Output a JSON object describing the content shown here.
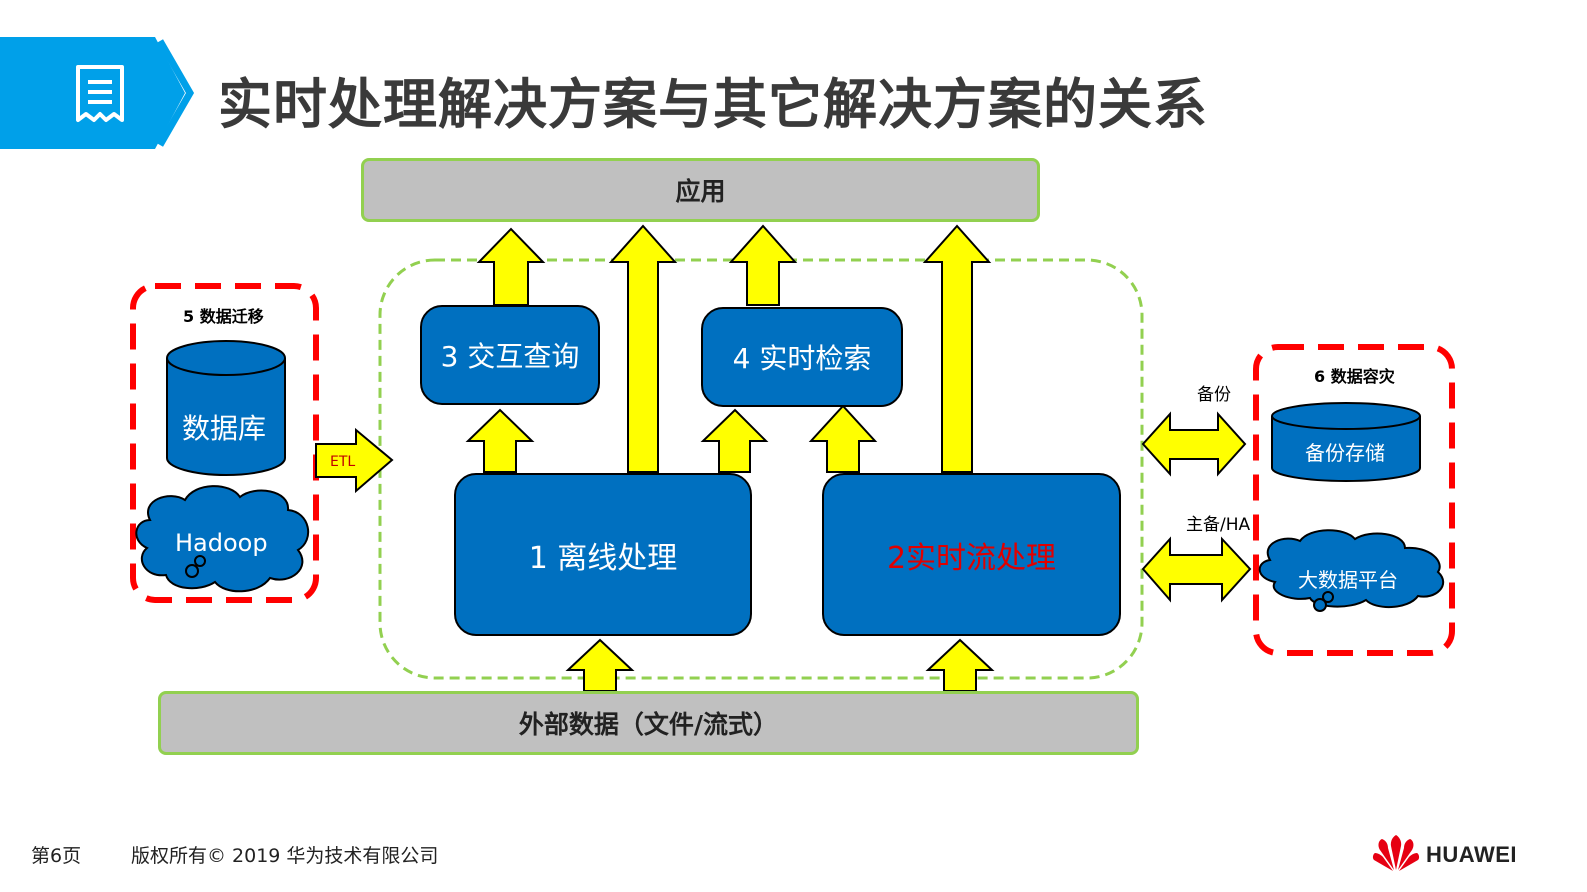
{
  "header": {
    "title": "实时处理解决方案与其它解决方案的关系",
    "icon": "document-list-icon"
  },
  "diagram": {
    "app_bar": "应用",
    "data_bar": "外部数据（文件/流式）",
    "boxes": {
      "offline": "1 离线处理",
      "realtime_stream": "2实时流处理",
      "interactive_query": "3 交互查询",
      "realtime_search": "4 实时检索"
    },
    "migration": {
      "title": "5 数据迁移",
      "database": "数据库",
      "hadoop": "Hadoop",
      "etl": "ETL"
    },
    "disaster": {
      "title": "6 数据容灾",
      "backup_storage": "备份存储",
      "big_data_platform": "大数据平台",
      "backup_label": "备份",
      "ha_label": "主备/HA"
    }
  },
  "footer": {
    "page": "第6页",
    "copyright": "版权所有© 2019 华为技术有限公司",
    "brand": "HUAWEI"
  },
  "colors": {
    "accent_blue": "#00a0e9",
    "box_blue": "#0070c0",
    "arrow_yellow": "#ffff00",
    "dashed_red": "#ff0000",
    "dashed_green": "#92d050",
    "highlight_red": "#c00000"
  }
}
